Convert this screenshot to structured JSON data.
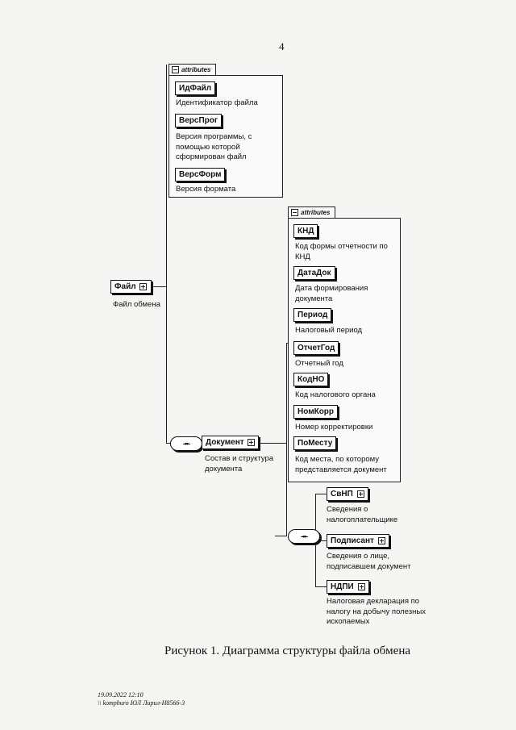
{
  "page_number": "4",
  "root": {
    "name": "Файл",
    "description": "Файл обмена"
  },
  "file_attributes": {
    "tag": "attributes",
    "items": [
      {
        "name": "ИдФайл",
        "description": "Идентификатор файла"
      },
      {
        "name": "ВерсПрог",
        "description": "Версия программы, с помощью которой сформирован файл"
      },
      {
        "name": "ВерсФорм",
        "description": "Версия формата"
      }
    ]
  },
  "document": {
    "name": "Документ",
    "description": "Состав и структура документа"
  },
  "document_attributes": {
    "tag": "attributes",
    "items": [
      {
        "name": "КНД",
        "description": "Код формы отчетности по КНД"
      },
      {
        "name": "ДатаДок",
        "description": "Дата формирования документа"
      },
      {
        "name": "Период",
        "description": "Налоговый период"
      },
      {
        "name": "ОтчетГод",
        "description": "Отчетный год"
      },
      {
        "name": "КодНО",
        "description": "Код налогового органа"
      },
      {
        "name": "НомКорр",
        "description": "Номер корректировки"
      },
      {
        "name": "ПоМесту",
        "description": "Код места, по которому представляется документ"
      }
    ]
  },
  "children": [
    {
      "name": "СвНП",
      "description": "Сведения о налогоплательщике"
    },
    {
      "name": "Подписант",
      "description": "Сведения о лице, подписавшем документ"
    },
    {
      "name": "НДПИ",
      "description": "Налоговая декларация по налогу на добычу полезных ископаемых"
    }
  ],
  "caption": "Рисунок 1. Диаграмма структуры файла обмена",
  "footer": {
    "line1": "19.09.2022 12:10",
    "line2": "\\\\ kompburo ЮЛ Лирил-Н8566-3"
  }
}
